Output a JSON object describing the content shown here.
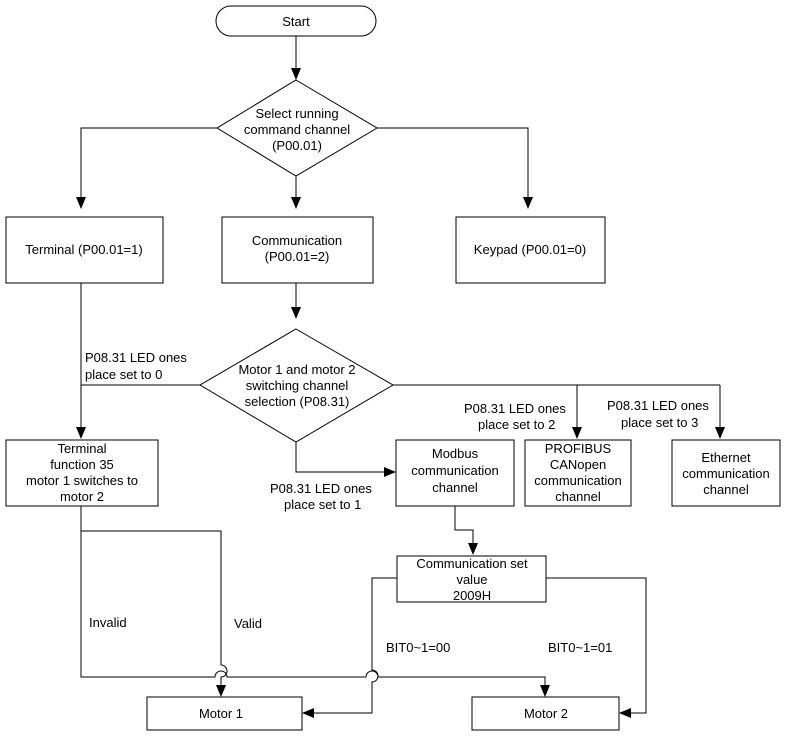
{
  "nodes": {
    "start": {
      "text": [
        "Start"
      ]
    },
    "select_channel": {
      "text": [
        "Select running",
        "command channel",
        "(P00.01)"
      ]
    },
    "terminal": {
      "text": [
        "Terminal (P00.01=1)"
      ]
    },
    "communication": {
      "text": [
        "Communication",
        "(P00.01=2)"
      ]
    },
    "keypad": {
      "text": [
        "Keypad (P00.01=0)"
      ]
    },
    "motor_switch": {
      "text": [
        "Motor 1 and motor 2",
        "switching channel",
        "selection (P08.31)"
      ]
    },
    "terminal_function": {
      "text": [
        "Terminal",
        "function 35",
        "motor 1 switches to",
        "motor 2"
      ]
    },
    "modbus": {
      "text": [
        "Modbus",
        "communication",
        "channel"
      ]
    },
    "profibus": {
      "text": [
        "PROFIBUS",
        "CANopen",
        "communication",
        "channel"
      ]
    },
    "ethernet": {
      "text": [
        "Ethernet",
        "communication",
        "channel"
      ]
    },
    "comm_set_value": {
      "text": [
        "Communication set",
        "value",
        "2009H"
      ]
    },
    "motor1": {
      "text": [
        "Motor 1"
      ]
    },
    "motor2": {
      "text": [
        "Motor 2"
      ]
    }
  },
  "labels": {
    "p0831_0": [
      "P08.31 LED ones",
      "place set to 0"
    ],
    "p0831_1": [
      "P08.31 LED ones",
      "place set to 1"
    ],
    "p0831_2": [
      "P08.31 LED ones",
      "place set to 2"
    ],
    "p0831_3": [
      "P08.31 LED ones",
      "place set to 3"
    ],
    "invalid": [
      "Invalid"
    ],
    "valid": [
      "Valid"
    ],
    "bit00": [
      "BIT0~1=00"
    ],
    "bit01": [
      "BIT0~1=01"
    ]
  }
}
